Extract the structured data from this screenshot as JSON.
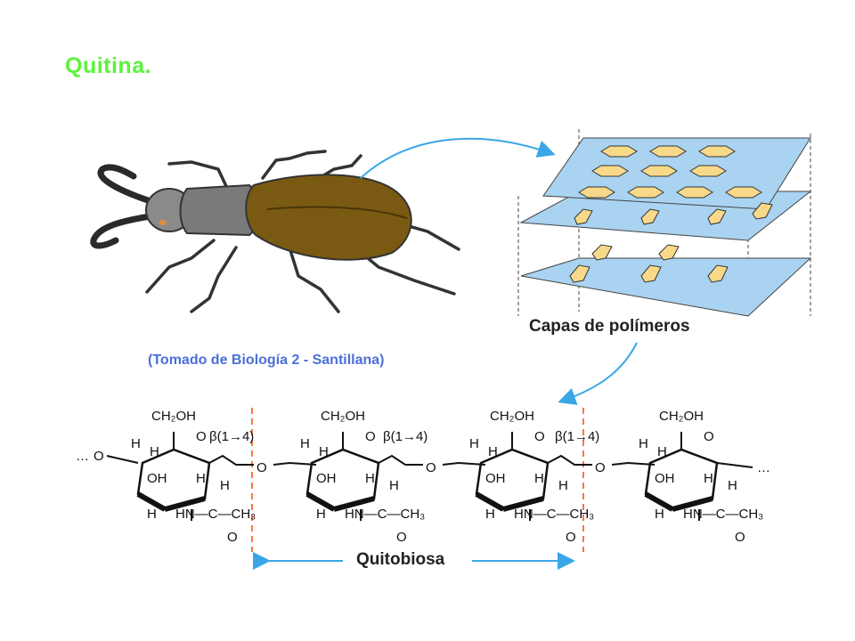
{
  "title": "Quitina.",
  "caption": "(Tomado de Biología 2 - Santillana)",
  "layers_label": "Capas de polímeros",
  "chitobiose_label": "Quitobiosa",
  "ring_labels": {
    "ch2oh": "CH₂OH",
    "ring_o": "O",
    "h": "H",
    "oh": "OH",
    "hn_c_ch3": "HN—C—CH₃",
    "carbonyl_o": "O",
    "glycosidic_o": "O",
    "bond": "β(1→4)",
    "ellipsis": "…"
  },
  "colors": {
    "title": "#5cf23a",
    "caption": "#4a6fd8",
    "arrow": "#3aa6e8",
    "dashed_line": "#f07a4a",
    "sheet": "#a9d3f0",
    "monomer": "#f8d98a"
  },
  "icons": [
    "stag-beetle-illustration",
    "polymer-sheets-illustration",
    "curved-arrow"
  ]
}
